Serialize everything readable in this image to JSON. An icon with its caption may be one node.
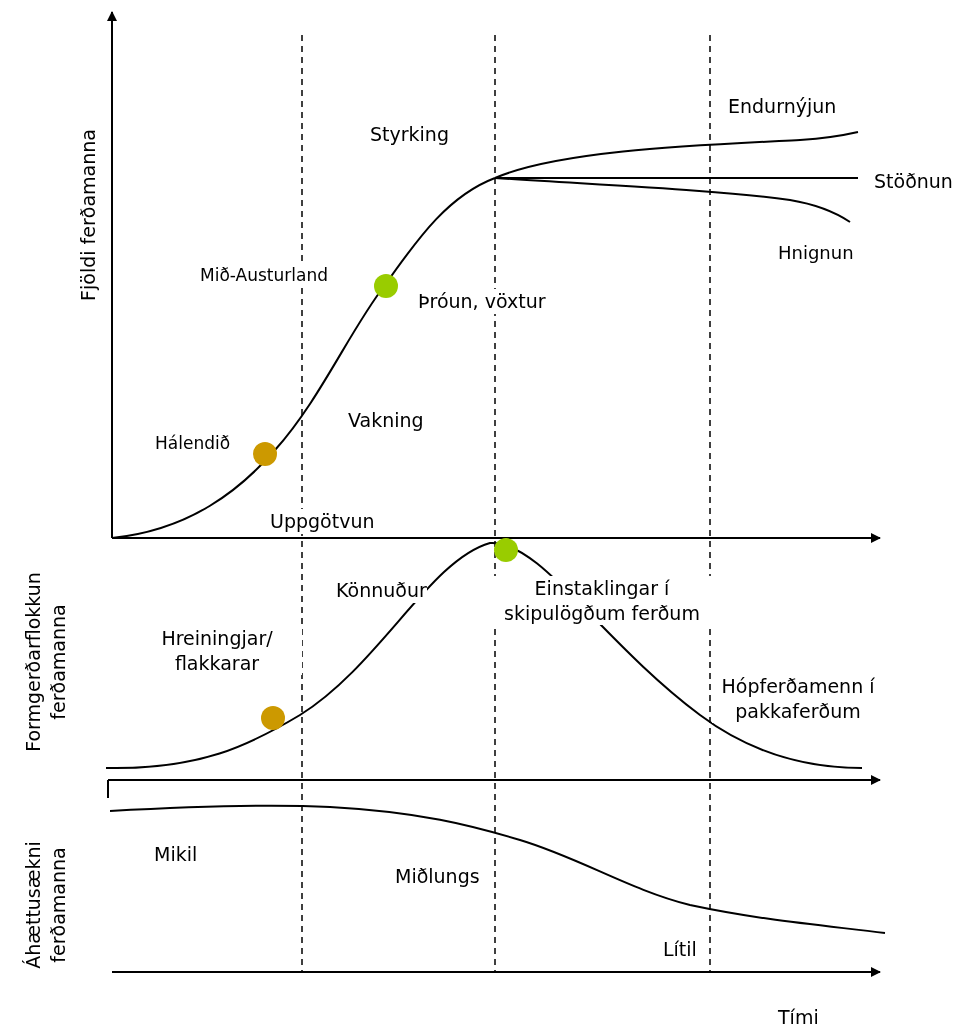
{
  "diagram": {
    "labels": [
      "Fjöldi ferðamanna",
      "Endurnýjun",
      "Styrking",
      "Stöðnun",
      "Hnignun",
      "Mið-Austurland",
      "Þróun, vöxtur",
      "Vakning",
      "Hálendið",
      "Uppgötvun",
      "Könnuður",
      "Einstaklingar í skipulögðum ferðum",
      "Formgerðarflokkun ferðamanna",
      "Hreiningjar/ flakkarar",
      "Hópferðamenn í pakkaferðum",
      "Mikil",
      "Miðlungs",
      "Lítil",
      "Áhættusækni ferðamanna",
      "Tími"
    ]
  }
}
